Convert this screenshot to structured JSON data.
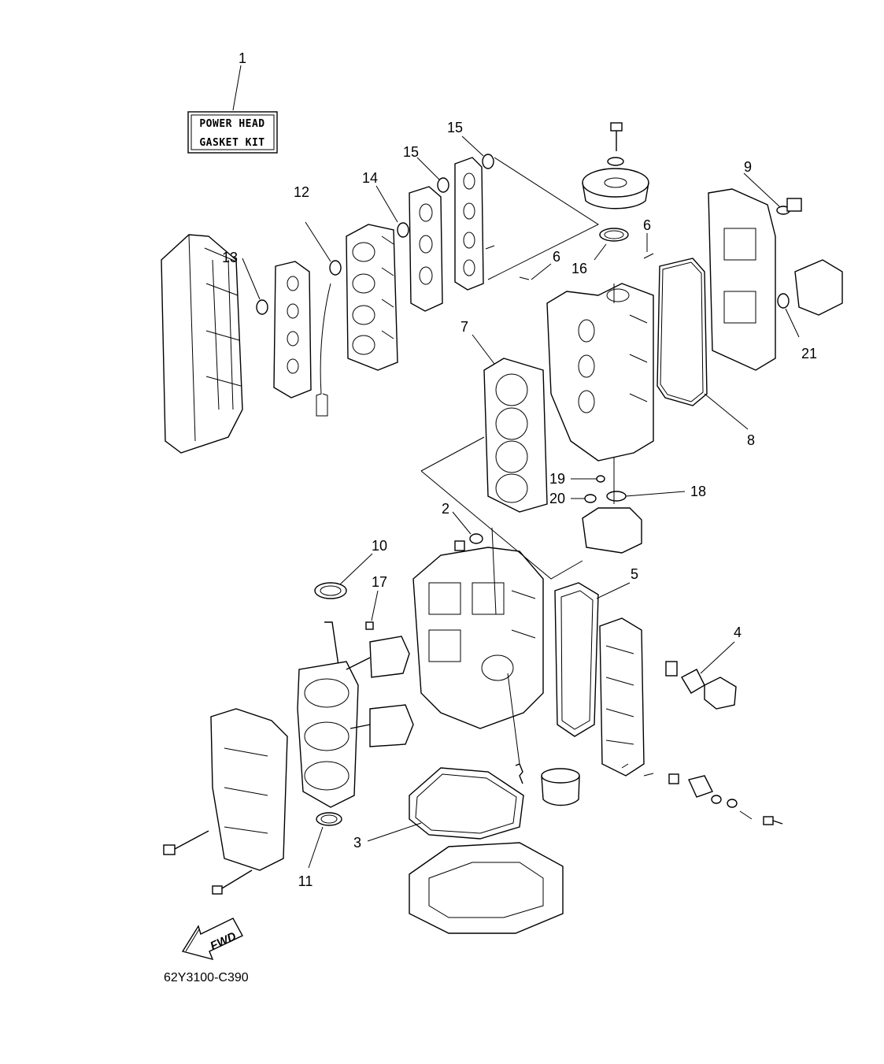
{
  "kit_box": {
    "line1": "POWER HEAD",
    "line2": "GASKET KIT"
  },
  "direction_label": "FWD",
  "diagram_code": "62Y3100-C390",
  "callouts": {
    "c1": "1",
    "c2": "2",
    "c3": "3",
    "c4": "4",
    "c5": "5",
    "c6a": "6",
    "c6b": "6",
    "c7": "7",
    "c8": "8",
    "c9": "9",
    "c10": "10",
    "c11": "11",
    "c12": "12",
    "c13": "13",
    "c14": "14",
    "c15a": "15",
    "c15b": "15",
    "c16": "16",
    "c17": "17",
    "c18": "18",
    "c19": "19",
    "c20": "20",
    "c21": "21"
  }
}
